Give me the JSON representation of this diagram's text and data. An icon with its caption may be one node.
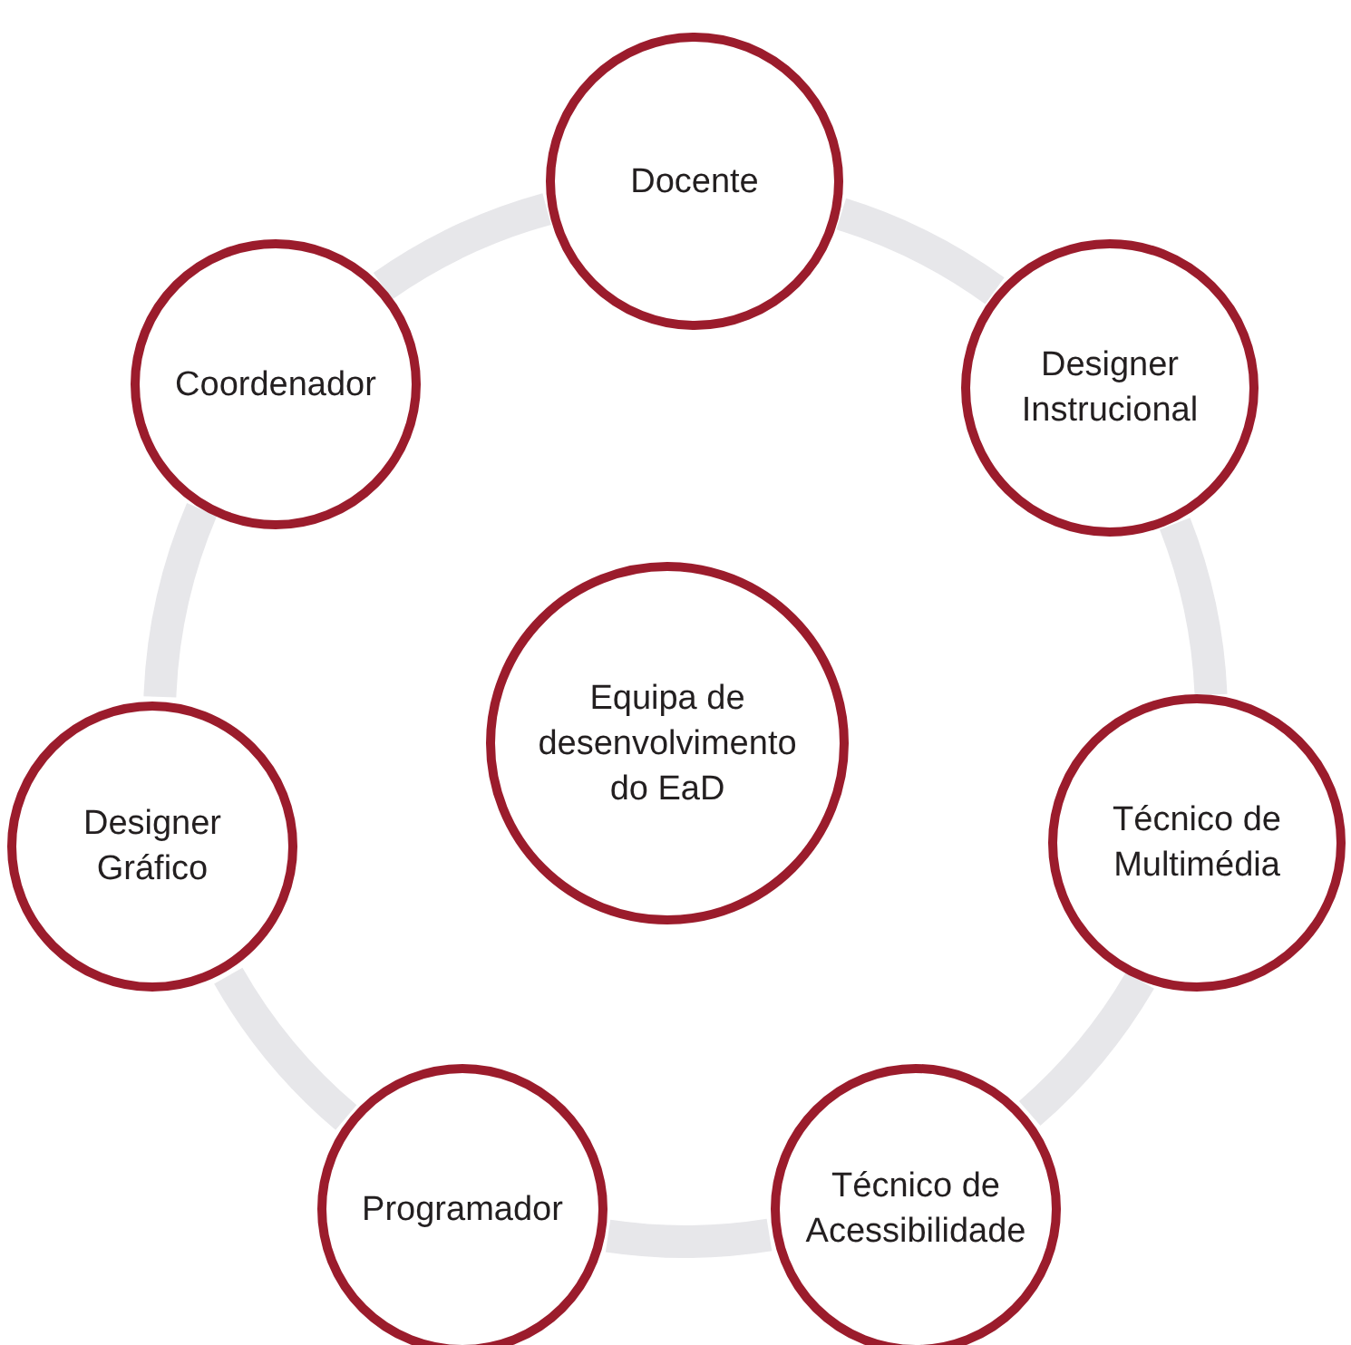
{
  "diagram": {
    "nodes": [
      {
        "text": [
          "Equipa de desenvolvimento do EaD"
        ]
      },
      {
        "text": [
          "Docente"
        ]
      },
      {
        "text": [
          "Designer Instrucional"
        ]
      },
      {
        "text": [
          "Técnico de Multimédia"
        ]
      },
      {
        "text": [
          "Técnico de Acessibilidade"
        ]
      },
      {
        "text": [
          "Programador"
        ]
      },
      {
        "text": [
          "Designer Gráfico"
        ]
      },
      {
        "text": [
          "Coordenador"
        ]
      }
    ],
    "edges": [
      {
        "from": 1,
        "to": 2,
        "arrow": "none"
      },
      {
        "from": 2,
        "to": 3,
        "arrow": "none"
      },
      {
        "from": 3,
        "to": 4,
        "arrow": "none"
      },
      {
        "from": 4,
        "to": 5,
        "arrow": "none"
      },
      {
        "from": 5,
        "to": 6,
        "arrow": "none"
      },
      {
        "from": 6,
        "to": 7,
        "arrow": "none"
      },
      {
        "from": 7,
        "to": 1,
        "arrow": "none"
      }
    ]
  }
}
